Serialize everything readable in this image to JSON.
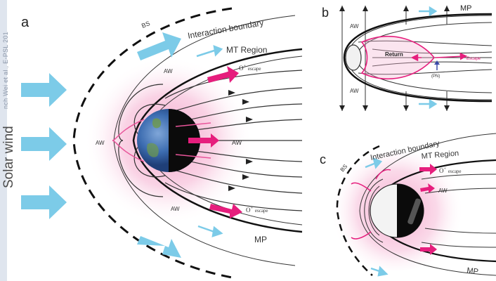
{
  "side_citation": "nch Wei et al., E-PSL 201",
  "colors": {
    "solar_arrow": "#7ccbe8",
    "glow": "#f7b8d5",
    "escape_arrow": "#e61e7d",
    "line": "#333333"
  },
  "panel_a": {
    "letter": "a",
    "solar_wind": "Solar wind",
    "bs": "BS",
    "interaction_boundary": "Interaction boundary",
    "mt_region": "MT Region",
    "aw": "AW",
    "o_escape": "O",
    "escape_word": "escape",
    "mp": "MP"
  },
  "panel_b": {
    "letter": "b",
    "mp": "MP",
    "aw": "AW",
    "return": "Return",
    "escape": "Escape",
    "pn": "(PN)"
  },
  "panel_c": {
    "letter": "c",
    "bs": "BS",
    "interaction_boundary": "Interaction boundary",
    "mt_region": "MT Region",
    "o_escape": "O",
    "escape_word": "escape",
    "aw": "AW",
    "mp": "MP"
  }
}
